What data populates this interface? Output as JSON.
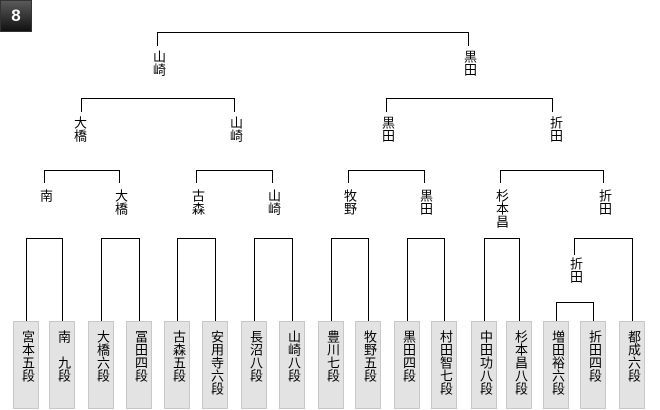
{
  "block_number": "8",
  "players": [
    "宮本五段",
    "南　九段",
    "大橋六段",
    "冨田四段",
    "古森五段",
    "安用寺六段",
    "長沼八段",
    "山崎八段",
    "豊川七段",
    "牧野五段",
    "黒田四段",
    "村田智七段",
    "中田功八段",
    "杉本昌八段",
    "増田裕六段",
    "折田四段",
    "都成六段"
  ],
  "round1_extra": [
    "折田"
  ],
  "round2": [
    "南",
    "大橋",
    "古森",
    "山崎",
    "牧野",
    "黒田",
    "杉本昌",
    "折田"
  ],
  "round3": [
    "大橋",
    "山崎",
    "黒田",
    "折田"
  ],
  "semifinal": [
    "山崎",
    "黒田"
  ]
}
